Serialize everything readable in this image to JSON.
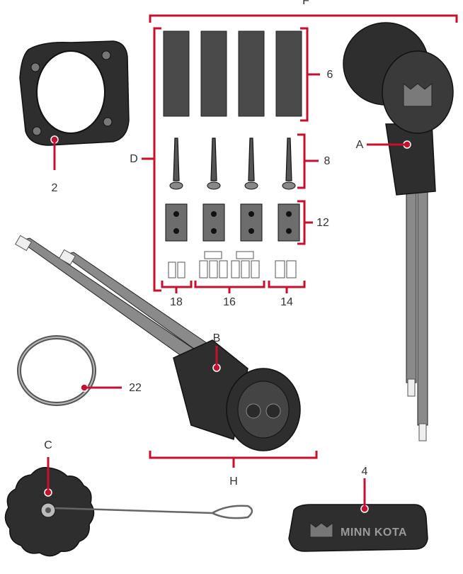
{
  "labels": {
    "F": "F",
    "D": "D",
    "A": "A",
    "B": "B",
    "C": "C",
    "H": "H",
    "n2": "2",
    "n4": "4",
    "n6": "6",
    "n8": "8",
    "n12": "12",
    "n14": "14",
    "n16": "16",
    "n18": "18",
    "n22": "22"
  },
  "brand_text": "MINN KOTA",
  "colors": {
    "accent": "#c8102e",
    "part": "#2e2e2e",
    "background": "#ffffff"
  }
}
